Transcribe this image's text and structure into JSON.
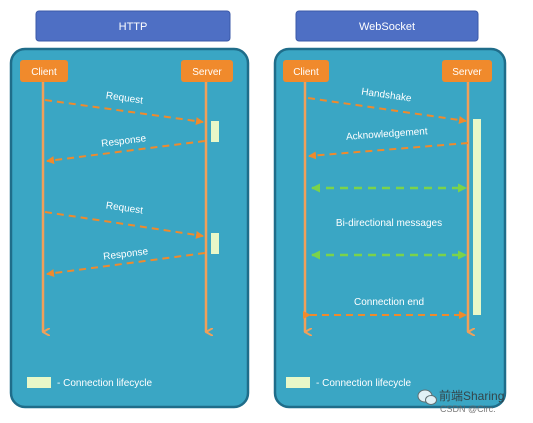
{
  "colors": {
    "background": "#ffffff",
    "header_fill": "#4e6fc4",
    "panel_fill": "#3aa6c4",
    "panel_border": "#1f6d8a",
    "node_fill": "#f08a2c",
    "lifeline": "#f0a05a",
    "dashed_arrow": "#f08a2c",
    "bidirectional_arrow": "#7bd34a",
    "lifecycle_bar": "#e8f8c8",
    "text_light": "#ffffff"
  },
  "http": {
    "title": "HTTP",
    "client_label": "Client",
    "server_label": "Server",
    "messages": [
      "Request",
      "Response",
      "Request",
      "Response"
    ],
    "legend_label": "- Connection lifecycle"
  },
  "websocket": {
    "title": "WebSocket",
    "client_label": "Client",
    "server_label": "Server",
    "handshake_label": "Handshake",
    "acknowledgement_label": "Acknowledgement",
    "bidirectional_label": "Bi-directional messages",
    "connection_end_label": "Connection end",
    "legend_label": "- Connection lifecycle"
  },
  "watermark": {
    "brand_text": "前端Sharing",
    "site_text": "CSDN @Circ."
  }
}
